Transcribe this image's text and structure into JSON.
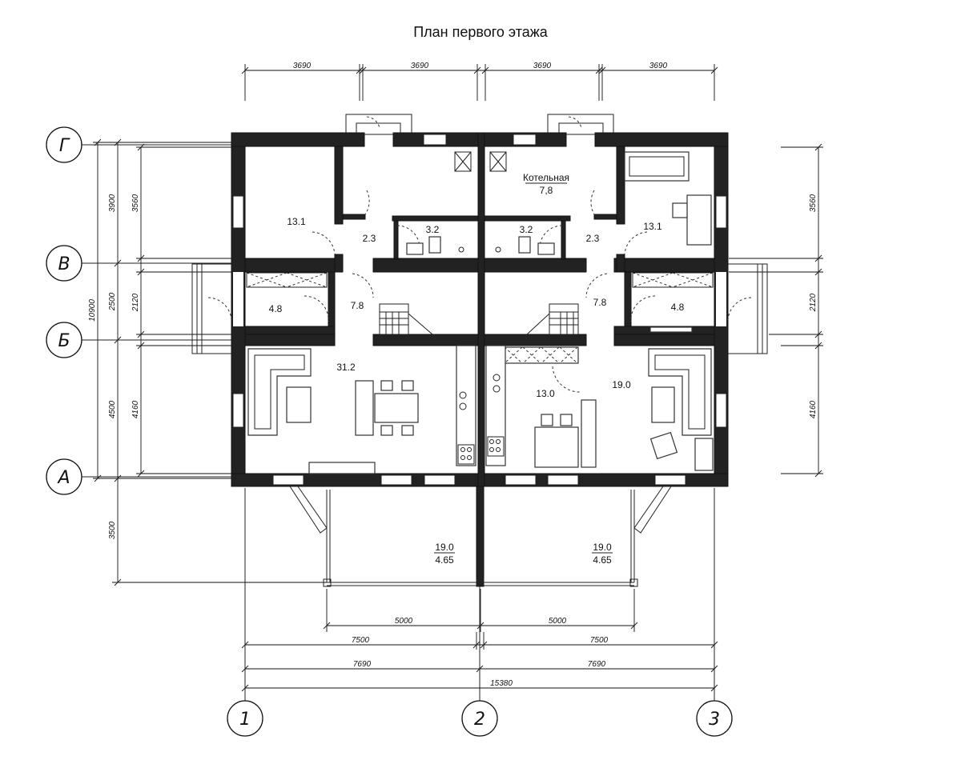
{
  "title": "План первого этажа",
  "axes": {
    "horizontal": [
      "Г",
      "В",
      "Б",
      "А"
    ],
    "vertical": [
      "1",
      "2",
      "3"
    ]
  },
  "dimensions": {
    "top": [
      "3690",
      "3690",
      "3690",
      "3690"
    ],
    "left_outer": "10900",
    "left_mid": [
      "3900",
      "2500",
      "4500"
    ],
    "left_inner": [
      "3560",
      "2120",
      "4160"
    ],
    "left_terrace": "3500",
    "right": [
      "3560",
      "2120",
      "4160"
    ],
    "bottom_terrace": [
      "5000",
      "5000"
    ],
    "bottom_row1": [
      "7500",
      "7500"
    ],
    "bottom_row2": [
      "7690",
      "7690"
    ],
    "bottom_total": "15380"
  },
  "rooms": {
    "left_bedroom": "13.1",
    "left_hall_small": "2.3",
    "left_bath": "3.2",
    "left_vestibule": "4.8",
    "left_hall": "7.8",
    "left_living": "31.2",
    "boiler_name": "Котельная",
    "boiler_area": "7,8",
    "right_bath": "3.2",
    "right_hall_small": "2.3",
    "right_bedroom": "13.1",
    "right_hall": "7.8",
    "right_vestibule": "4.8",
    "right_kitchen": "13.0",
    "right_living": "19.0",
    "terrace_left_area": "19.0",
    "terrace_left_sub": "4.65",
    "terrace_right_area": "19.0",
    "terrace_right_sub": "4.65"
  }
}
